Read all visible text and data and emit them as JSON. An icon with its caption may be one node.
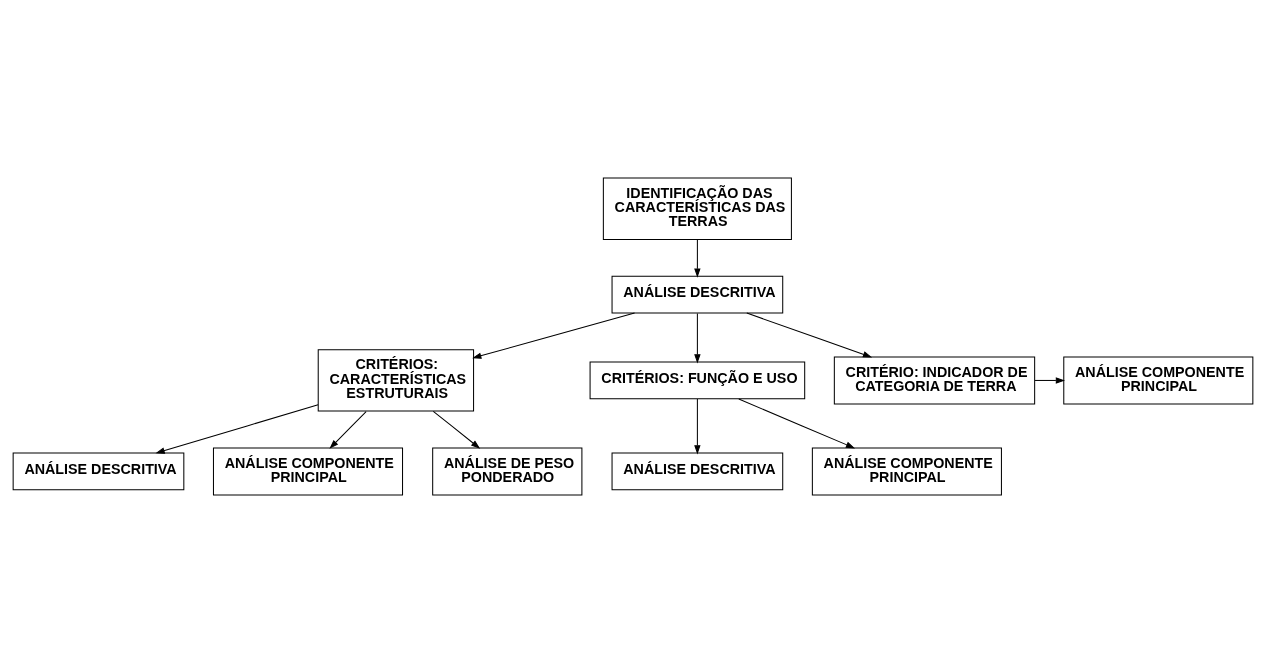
{
  "diagram": {
    "nodes": [
      {
        "text": [
          "IDENTIFICAÇÃO DAS CARACTERÍSTICAS DAS TERRAS"
        ]
      },
      {
        "text": [
          "ANÁLISE DESCRITIVA"
        ]
      },
      {
        "text": [
          "CRITÉRIOS: CARACTERÍSTICAS ESTRUTURAIS"
        ]
      },
      {
        "text": [
          "CRITÉRIOS: FUNÇÃO E USO"
        ]
      },
      {
        "text": [
          "CRITÉRIO: INDICADOR DE CATEGORIA DE TERRA"
        ]
      },
      {
        "text": [
          "ANÁLISE DESCRITIVA"
        ]
      },
      {
        "text": [
          "ANÁLISE COMPONENTE PRINCIPAL"
        ]
      },
      {
        "text": [
          "ANÁLISE DE PESO PONDERADO"
        ]
      },
      {
        "text": [
          "ANÁLISE DESCRITIVA"
        ]
      },
      {
        "text": [
          "ANÁLISE COMPONENTE PRINCIPAL"
        ]
      },
      {
        "text": [
          "ANÁLISE COMPONENTE PRINCIPAL"
        ]
      }
    ],
    "edges": [
      {
        "from": 0,
        "to": 1,
        "arrow": "to"
      },
      {
        "from": 1,
        "to": 2,
        "arrow": "to"
      },
      {
        "from": 1,
        "to": 3,
        "arrow": "to"
      },
      {
        "from": 1,
        "to": 4,
        "arrow": "to"
      },
      {
        "from": 2,
        "to": 5,
        "arrow": "to"
      },
      {
        "from": 2,
        "to": 6,
        "arrow": "to"
      },
      {
        "from": 2,
        "to": 7,
        "arrow": "to"
      },
      {
        "from": 3,
        "to": 8,
        "arrow": "to"
      },
      {
        "from": 3,
        "to": 9,
        "arrow": "to"
      },
      {
        "from": 4,
        "to": 10,
        "arrow": "to"
      }
    ]
  }
}
